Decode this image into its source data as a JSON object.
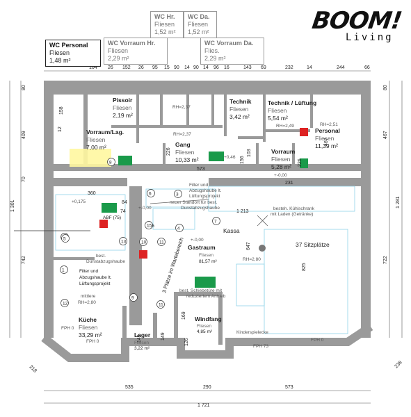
{
  "brand": {
    "title": "BOOM!",
    "subtitle": "Living"
  },
  "callouts": [
    {
      "title": "WC Personal",
      "l1": "Fliesen",
      "l2": "1,48 m²"
    },
    {
      "title": "WC Vorraum Hr.",
      "l1": "Fliesen",
      "l2": "2,29 m²"
    },
    {
      "title": "WC Hr.",
      "l1": "Fliesen",
      "l2": "1,52 m²"
    },
    {
      "title": "WC Da.",
      "l1": "Fliesen",
      "l2": "1,52 m²"
    },
    {
      "title": "WC Vorraum Da.",
      "l1": "Flies.",
      "l2": "2,29 m²"
    }
  ],
  "rooms": {
    "pissoir": {
      "name": "Pissoir",
      "f": "Fliesen",
      "a": "2,19 m²"
    },
    "technik": {
      "name": "Technik",
      "f": "Fliesen",
      "a": "3,42 m²"
    },
    "technik_lueftung": {
      "name": "Technik / Lüftung",
      "f": "Fliesen",
      "a": "5,54 m²"
    },
    "personal": {
      "name": "Personal",
      "f": "Fliesen",
      "a": "11,39 m²"
    },
    "vorraum_lag": {
      "name": "Vorraum/Lag.",
      "f": "Fliesen",
      "a": "7,00 m²"
    },
    "gang": {
      "name": "Gang",
      "f": "Fliesen",
      "a": "10,33 m²"
    },
    "vorraum": {
      "name": "Vorraum",
      "f": "Fliesen",
      "a": "5,28 m²"
    },
    "gastraum": {
      "name": "Gastraum",
      "f": "Fliesen",
      "a": "81,57 m²"
    },
    "kueche": {
      "name": "Küche",
      "f": "Fliesen",
      "a": "33,29 m²"
    },
    "lager": {
      "name": "Lager",
      "f": "Fliesen",
      "a": "3,22 m²"
    },
    "windfang": {
      "name": "Windfang",
      "f": "Fliesen",
      "a": "4,85 m²"
    }
  },
  "notes": {
    "sitzplaetze": "37 Sitzplätze",
    "kassa": "Kassa",
    "filter1_a": "Filter und",
    "filter1_b": "Abzugshaube lt.",
    "filter1_c": "Lüftungsprojekt",
    "neuer": "neuer Standort für best.",
    "dunst": "Dunstabzugshaube",
    "kuehl_a": "besteh. Kühlschrank",
    "kuehl_b": "mit Laden (Getränke)",
    "best_a": "best.",
    "best_b": "Dunstabzugshaube",
    "filter2_a": "Filter und",
    "filter2_b": "Abzugshaube lt.",
    "filter2_c": "Lüftungsprojekt",
    "warte": "3 Plätze im Wartebereich",
    "schiebe_a": "best. Schiebetüre mit",
    "schiebe_b": "reduziertem Antrieb",
    "mittlere": "mittlere",
    "rh_kueche": "RH=2,80",
    "kinder": "Kinderspielecke",
    "abf": "ABF (75)",
    "fph0a": "FPH 0",
    "fph0b": "FPH 0",
    "fph0c": "FPH 0",
    "fph73": "FPH 73",
    "rh_gast": "RH=2,80",
    "rh237a": "RH=2,37",
    "rh237b": "RH=2,37",
    "rh249": "RH=2,49",
    "rh251": "RH=2,51",
    "lvl1": "+-0,00",
    "lvl2": "+-0,00",
    "lvl3": "+0,175",
    "lvl4": "+0,46",
    "lvl5": "+-0,00"
  },
  "dims": {
    "top": [
      "104",
      "26",
      "152",
      "26",
      "95",
      "15",
      "90",
      "14",
      "90",
      "14",
      "96",
      "16",
      "143",
      "69",
      "232",
      "14",
      "244",
      "66"
    ],
    "bottom_sub": [
      "535",
      "290",
      "573"
    ],
    "bottom_total": "1 721",
    "left": [
      "80",
      "409",
      "70",
      "1 301",
      "742"
    ],
    "right": [
      "80",
      "467",
      "1 281",
      "722"
    ],
    "inner": [
      "158",
      "12",
      "360",
      "84",
      "74",
      "226",
      "573",
      "156",
      "103",
      "231",
      "467",
      "1 213",
      "647",
      "825",
      "169",
      "149",
      "126",
      "149",
      "226",
      "238",
      "218"
    ],
    "nums": [
      "1",
      "2",
      "3",
      "4",
      "5",
      "6",
      "8",
      "9",
      "10",
      "11",
      "12",
      "13",
      "15a",
      "11",
      "7"
    ]
  }
}
